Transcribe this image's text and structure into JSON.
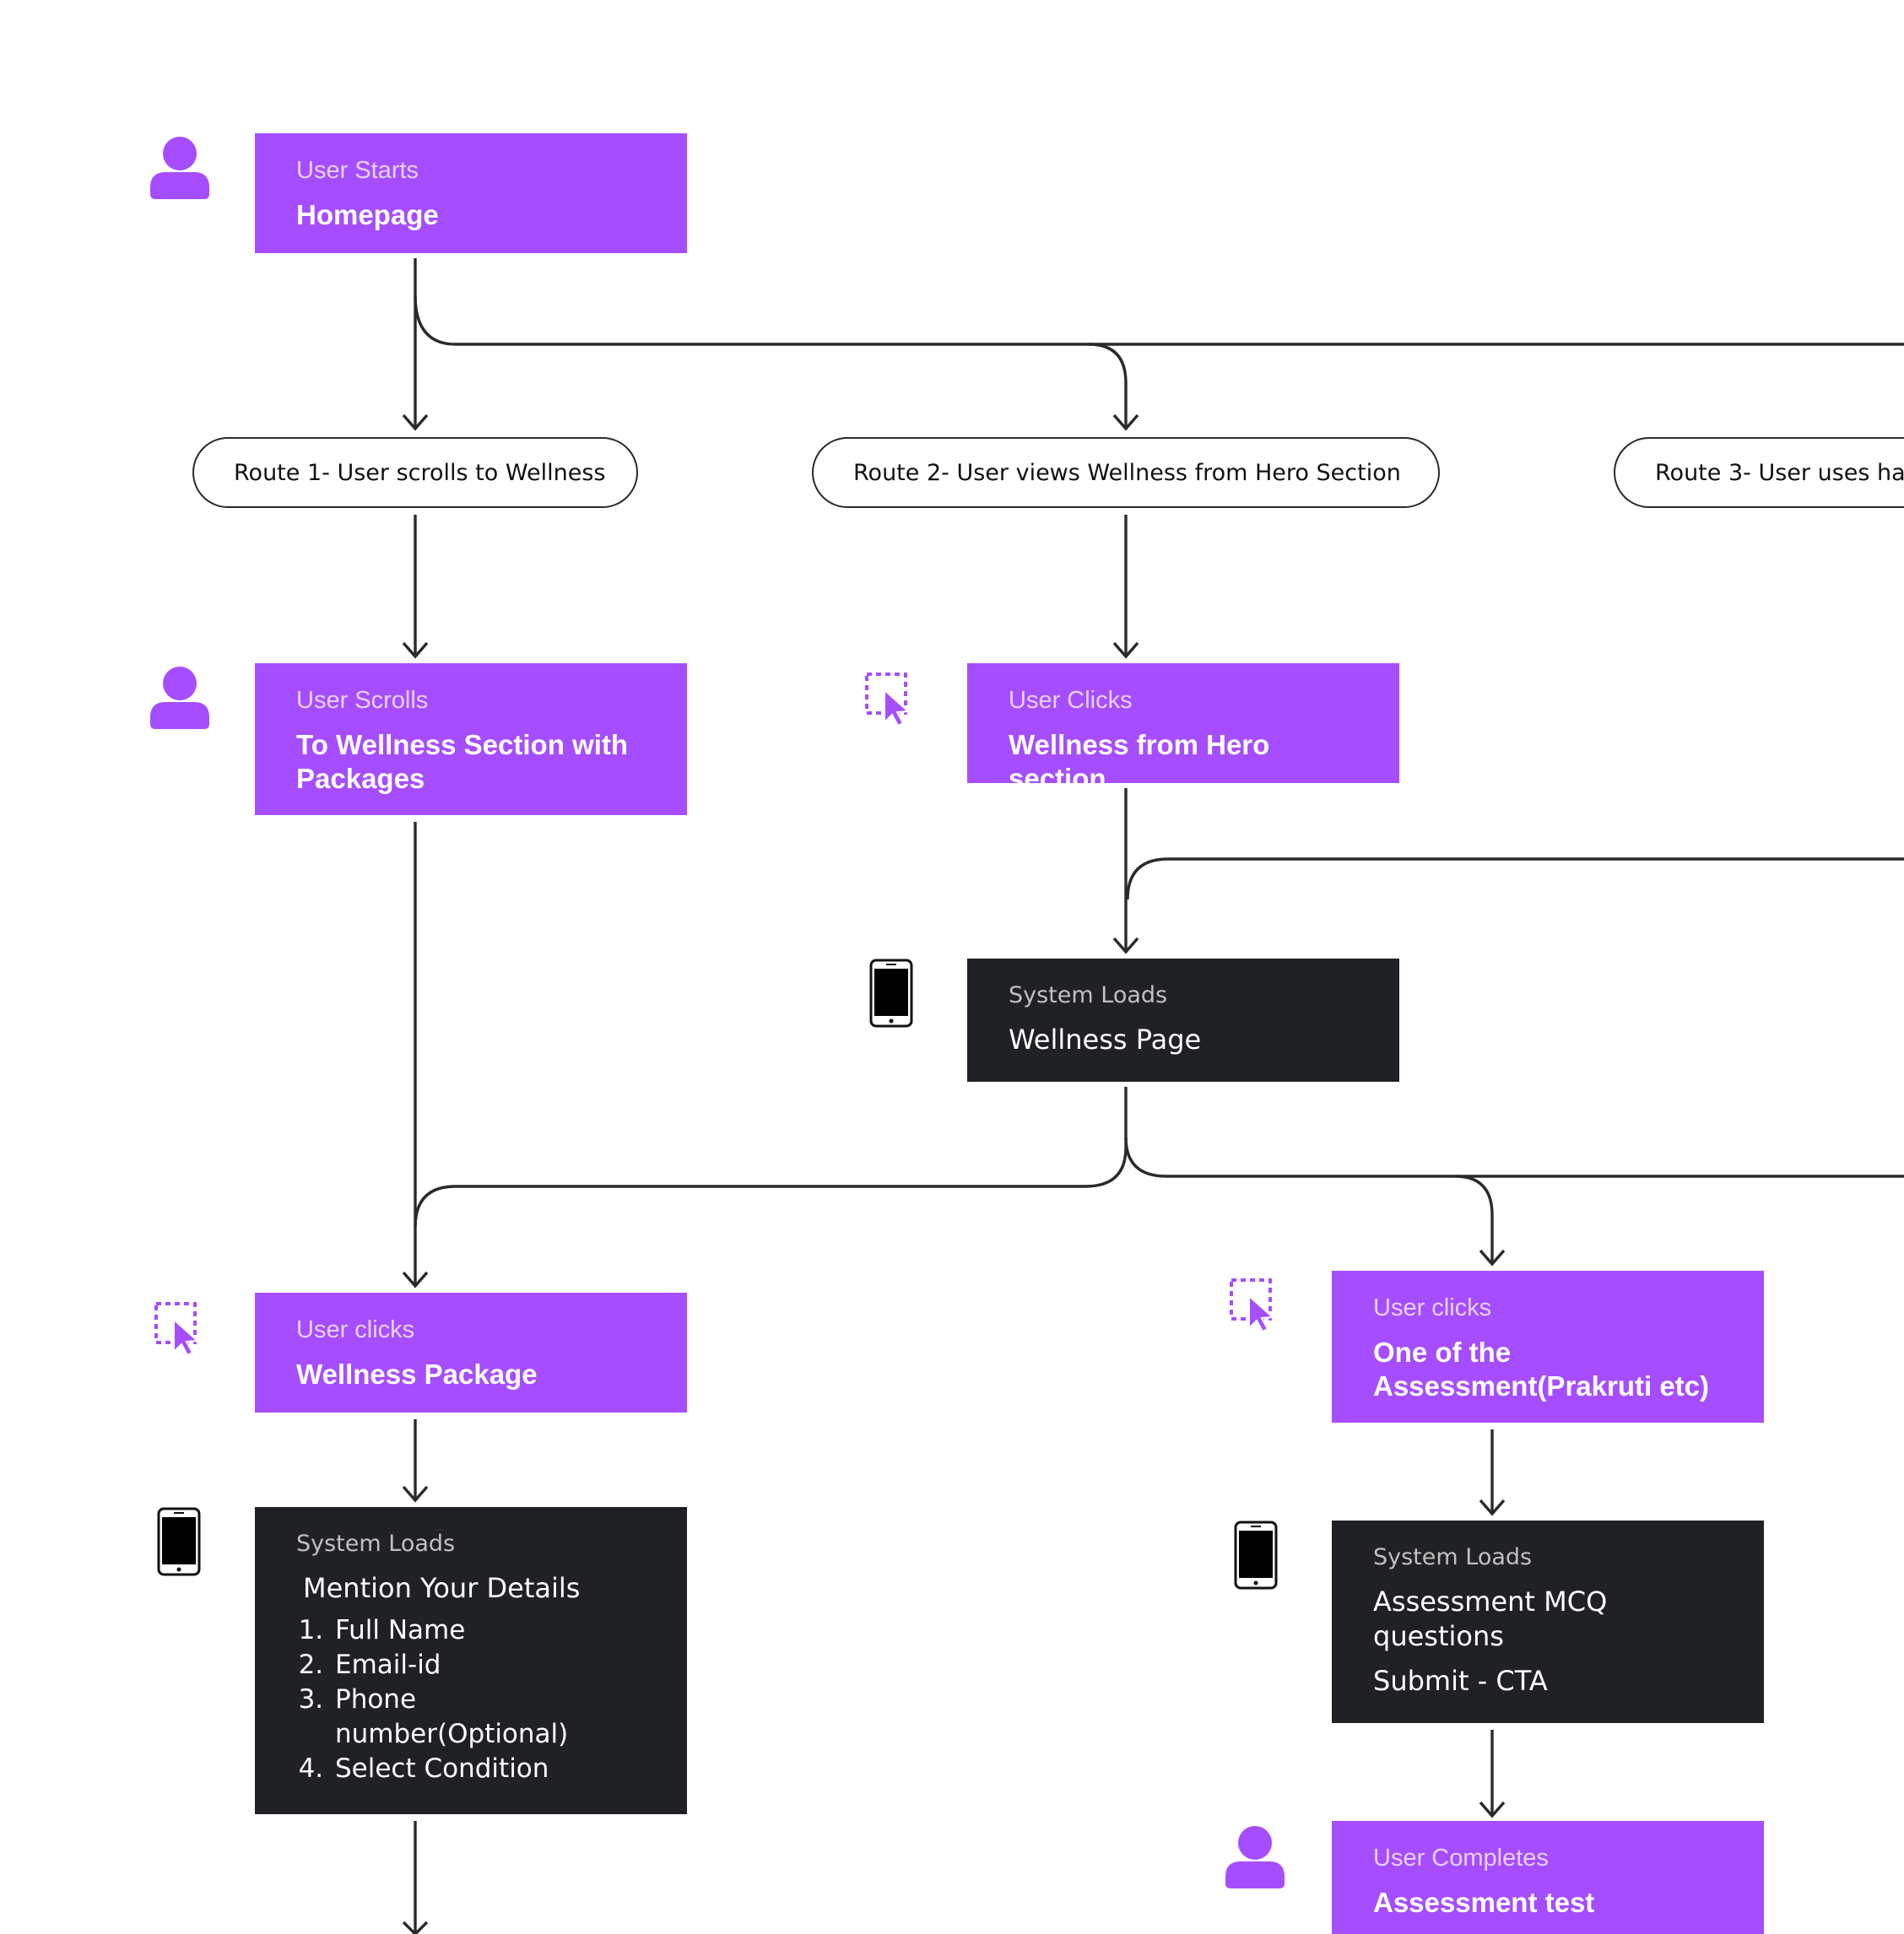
{
  "colors": {
    "user_step": "#a64dff",
    "system_step": "#1f2124",
    "connector": "#2a2a2a",
    "background": "#ffffff"
  },
  "routes": [
    {
      "label": "Route 1- User scrolls to Wellness"
    },
    {
      "label": "Route 2- User views Wellness from Hero Section"
    },
    {
      "label": "Route 3- User uses ha"
    }
  ],
  "nodes": {
    "homepage": {
      "kind": "user",
      "label": "User Starts",
      "title": "Homepage",
      "icon": "person-icon"
    },
    "scrolls": {
      "kind": "user",
      "label": "User Scrolls",
      "title": "To Wellness Section with Packages",
      "icon": "person-icon"
    },
    "hero_click": {
      "kind": "user",
      "label": "User Clicks",
      "title": "Wellness from Hero section",
      "icon": "click-cursor-icon"
    },
    "wellness_page": {
      "kind": "system",
      "label": "System Loads",
      "title": "Wellness Page",
      "icon": "mobile-phone-icon"
    },
    "package_click": {
      "kind": "user",
      "label": "User clicks",
      "title": "Wellness Package",
      "icon": "click-cursor-icon"
    },
    "details": {
      "kind": "system",
      "label": "System Loads",
      "title": "Mention Your Details",
      "items": [
        "Full Name",
        "Email-id",
        "Phone number(Optional)",
        "Select Condition"
      ],
      "icon": "mobile-phone-icon"
    },
    "assessment_click": {
      "kind": "user",
      "label": "User clicks",
      "title": "One of the Assessment(Prakruti etc)",
      "icon": "click-cursor-icon"
    },
    "mcq": {
      "kind": "system",
      "label": "System Loads",
      "lines": [
        "Assessment MCQ questions",
        "Submit - CTA"
      ],
      "icon": "mobile-phone-icon"
    },
    "completes": {
      "kind": "user",
      "label": "User Completes",
      "title": "Assessment test",
      "icon": "person-icon"
    }
  }
}
